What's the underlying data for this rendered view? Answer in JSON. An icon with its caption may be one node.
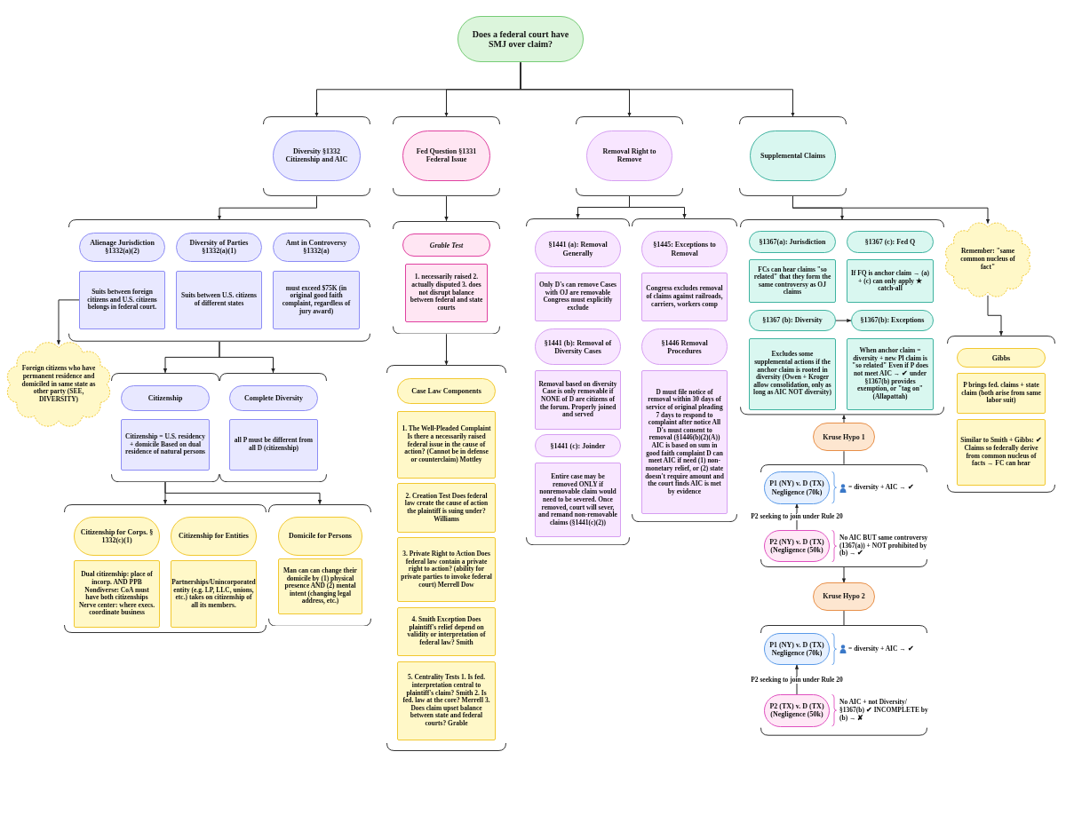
{
  "diagram": {
    "nodes": [
      {
        "text": [
          "Does a federal court have SMJ over claim?"
        ]
      },
      {
        "text": [],
        "shape": "box"
      },
      {
        "text": [
          "Diversity §1332 Citizenship and AIC"
        ],
        "in": 1
      },
      {
        "text": [],
        "shape": "box"
      },
      {
        "text": [
          "Fed Question §1331 Federal Issue"
        ],
        "in": 3
      },
      {
        "text": [],
        "shape": "box"
      },
      {
        "text": [
          "Removal Right to Remove"
        ],
        "in": 5
      },
      {
        "text": [],
        "shape": "box"
      },
      {
        "text": [
          "Supplemental Claims"
        ],
        "in": 7
      },
      {
        "text": [],
        "shape": "box"
      },
      {
        "text": [
          "Alienage Jurisdiction §1332(a)(2)"
        ],
        "in": 9
      },
      {
        "text": [
          "Suits between foreign citizens and U.S. citizens belongs in federal court."
        ],
        "in": 9
      },
      {
        "text": [
          "Diversity of Parties §1332(a)(1)"
        ],
        "in": 9
      },
      {
        "text": [
          "Suits between U.S. citizens of different states"
        ],
        "in": 9
      },
      {
        "text": [
          "Amt in Controversy §1332(a)"
        ],
        "in": 9
      },
      {
        "text": [
          "must exceed $75K (in original good faith complaint, regardless of jury award)"
        ],
        "in": 9
      },
      {
        "text": [
          "Foreign citizens who have permanent residence and domiciled in same state as other party (SEE, DIVERSITY)"
        ]
      },
      {
        "text": [],
        "shape": "box"
      },
      {
        "text": [
          "Citizenship"
        ],
        "in": 17
      },
      {
        "text": [
          "Citizenship = U.S. residency + domicile Based on dual residence of natural persons"
        ],
        "in": 17
      },
      {
        "text": [],
        "shape": "box"
      },
      {
        "text": [
          "Complete Diversity"
        ],
        "in": 20
      },
      {
        "text": [
          "all P must be different from all D (citizenship)"
        ],
        "in": 20
      },
      {
        "text": [],
        "shape": "box"
      },
      {
        "text": [
          "Citizenship for Corps. § 1332(c)(1)"
        ],
        "in": 23
      },
      {
        "text": [
          "Dual citizenship: place of incorp. AND PPB Nondiverse: CoA must have both citizenships Nerve center: where execs. coordinate business"
        ],
        "in": 23
      },
      {
        "text": [
          "Citizenship for Entities"
        ],
        "in": 23
      },
      {
        "text": [
          "Partnerships/Unincorporated entity (e.g. LP, LLC, unions, etc.) takes on citizenship of all its members."
        ],
        "in": 23
      },
      {
        "text": [],
        "shape": "box"
      },
      {
        "text": [
          "Domicile for Persons"
        ],
        "in": 28
      },
      {
        "text": [
          "Man can can change their domicile by (1) physical presence AND (2) mental intent (changing legal address, etc.)"
        ],
        "in": 28
      },
      {
        "text": [],
        "shape": "box"
      },
      {
        "text": [
          "Grable Test"
        ],
        "in": 31
      },
      {
        "text": [
          "1. necessarily raised 2. actually disputed 3. does not disrupt balance between federal and state courts"
        ],
        "in": 31
      },
      {
        "text": [],
        "shape": "box"
      },
      {
        "text": [
          "Case Law Components"
        ],
        "in": 34
      },
      {
        "text": [
          "1. The Well-Pleaded Complaint Is there a necessarily raised federal issue in the cause of action? (Cannot be in defense or counterclaim) Mottley"
        ],
        "in": 34
      },
      {
        "text": [
          "2. Creation Test Does federal law create the cause of action the plaintiff is suing under? Williams"
        ],
        "in": 34
      },
      {
        "text": [
          "3. Private Right to Action Does federal law contain a private right to action? (ability for private parties to invoke federal court) Merrell Dow"
        ],
        "in": 34
      },
      {
        "text": [
          "4. Smith Exception Does plaintiff's relief depend on validity or interpretation of federal law? Smith"
        ],
        "in": 34
      },
      {
        "text": [
          "5. Centrality Tests 1. Is fed. interpretation central to plaintiff's claim? Smith 2. Is fed. law at the core? Merrell 3. Does claim upset balance between state and federal courts? Grable"
        ],
        "in": 34
      },
      {
        "text": [],
        "shape": "box"
      },
      {
        "text": [
          "§1441 (a): Removal Generally"
        ],
        "in": 41
      },
      {
        "text": [
          "Only D's can remove Cases with OJ are removable Congress must explicitly exclude"
        ],
        "in": 41
      },
      {
        "text": [
          "§1441 (b): Removal of Diversity Cases"
        ],
        "in": 41
      },
      {
        "text": [
          "Removal based on diversity Case is only removable if NONE of D are citizens of the forum. Properly joined and served"
        ],
        "in": 41
      },
      {
        "text": [
          "§1441 (c): Joinder"
        ],
        "in": 41
      },
      {
        "text": [
          "Entire case may be removed ONLY if nonremovable claim would need to be severed. Once removed, court will sever, and remand non-removable claims (§1441(c)(2))"
        ],
        "in": 41
      },
      {
        "text": [],
        "shape": "box"
      },
      {
        "text": [
          "§1445: Exceptions to Removal"
        ],
        "in": 48
      },
      {
        "text": [
          "Congress excludes removal of claims against railroads, carriers, workers comp"
        ],
        "in": 48
      },
      {
        "text": [
          "§1446 Removal Procedures"
        ],
        "in": 48
      },
      {
        "text": [
          "D must file notice of removal within 30 days of service of original pleading 7 days to respond to complaint after notice All D's must consent to removal (§1446(b)(2)(A)) AIC is based on sum in good faith complaint D can meet AIC if need (1) non-monetary relief, or (2) state doesn't require amount and the court finds AIC is met by evidence"
        ],
        "in": 48
      },
      {
        "text": [],
        "shape": "box"
      },
      {
        "text": [
          "§1367(a): Jurisdiction"
        ],
        "in": 53
      },
      {
        "text": [
          "FCs can hear claims \"so related\" that they form the same controversy as OJ claims"
        ],
        "in": 53
      },
      {
        "text": [
          "§1367 (c): Fed Q"
        ],
        "in": 53
      },
      {
        "text": [
          "If FQ is anchor claim → (a) + (c) can only apply ★ catch-all"
        ],
        "in": 53
      },
      {
        "text": [
          "§1367 (b): Diversity"
        ],
        "in": 53
      },
      {
        "text": [
          "Excludes some supplemental actions if the anchor claim is rooted in diversity (Owen + Kroger allow consolidation, only as long as AIC NOT diversity)"
        ],
        "in": 53
      },
      {
        "text": [
          "§1367(b): Exceptions"
        ],
        "in": 53
      },
      {
        "text": [
          "When anchor claim = diversity + new Pl claim is \"so related\" Even if P does not meet AIC → ✔ under §1367(b) provides exemption, or \"tag on\" (Allapattah)"
        ],
        "in": 53
      },
      {
        "text": [
          "Remember: \"same common nucleus of fact\""
        ]
      },
      {
        "text": [],
        "shape": "box"
      },
      {
        "text": [
          "Gibbs"
        ],
        "in": 63
      },
      {
        "text": [
          "P brings fed. claims + state claim (both arise from same labor suit)"
        ],
        "in": 63
      },
      {
        "text": [
          "Similar to Smith + Gibbs: ✔ Claims so federally derive from common nucleus of facts → FC can hear"
        ],
        "in": 63
      },
      {
        "text": [
          "Kruse Hypo 1"
        ]
      },
      {
        "text": [],
        "shape": "box"
      },
      {
        "text": [
          "P1 (NY) v. D (TX) Negligence (70k)"
        ],
        "in": 68,
        "beside": [
          "= diversity + AIC → ✔"
        ]
      },
      {
        "text": [
          "P2 (NY) v. D (TX) (Negligence (50k)"
        ],
        "in": 68,
        "beside": [
          "No AIC BUT same controversy (1367(a)) + NOT prohibited by (b) → ✔"
        ]
      },
      {
        "text": [
          "Kruse Hypo 2"
        ]
      },
      {
        "text": [],
        "shape": "box"
      },
      {
        "text": [
          "P1 (NY) v. D (TX) Negligence (70k)"
        ],
        "in": 72,
        "beside": [
          "= diversity + AIC → ✔"
        ]
      },
      {
        "text": [
          "P2 (TX) v. D (TX) (Negligence (50k)"
        ],
        "in": 72,
        "beside": [
          "No AIC + not Diversity/§1367(b) ✔ INCOMPLETE by (b) → ✘"
        ]
      }
    ],
    "edges": [
      {
        "from": 0,
        "to": 1,
        "arrow": "to"
      },
      {
        "from": 0,
        "to": 3,
        "arrow": "to"
      },
      {
        "from": 0,
        "to": 5,
        "arrow": "to"
      },
      {
        "from": 0,
        "to": 7,
        "arrow": "to"
      },
      {
        "from": 1,
        "to": 9,
        "arrow": "to"
      },
      {
        "from": 3,
        "to": 31,
        "arrow": "to"
      },
      {
        "from": 5,
        "to": 41,
        "arrow": "to"
      },
      {
        "from": 5,
        "to": 48,
        "arrow": "to"
      },
      {
        "from": 7,
        "to": 53,
        "arrow": "to"
      },
      {
        "from": 7,
        "to": 62,
        "arrow": "to"
      },
      {
        "from": 11,
        "to": 16,
        "arrow": "to"
      },
      {
        "from": 9,
        "to": 17,
        "arrow": "to"
      },
      {
        "from": 9,
        "to": 20,
        "arrow": "to"
      },
      {
        "from": 17,
        "to": 23,
        "arrow": "to"
      },
      {
        "from": 17,
        "to": 28,
        "arrow": "to"
      },
      {
        "from": 31,
        "to": 34,
        "arrow": "to"
      },
      {
        "from": 58,
        "to": 60,
        "arrow": "to"
      },
      {
        "from": 62,
        "to": 63,
        "arrow": "to"
      },
      {
        "from": 67,
        "to": 53,
        "arrow": "to"
      },
      {
        "from": 67,
        "to": 68,
        "arrow": "none"
      },
      {
        "from": 68,
        "to": 71,
        "arrow": "to"
      },
      {
        "from": 71,
        "to": 72,
        "arrow": "none"
      },
      {
        "from": 70,
        "to": 69,
        "arrow": "to",
        "label": "P2 seeking to join under Rule 20"
      },
      {
        "from": 74,
        "to": 73,
        "arrow": "to",
        "label": "P2 seeking to join under Rule 20"
      }
    ]
  }
}
